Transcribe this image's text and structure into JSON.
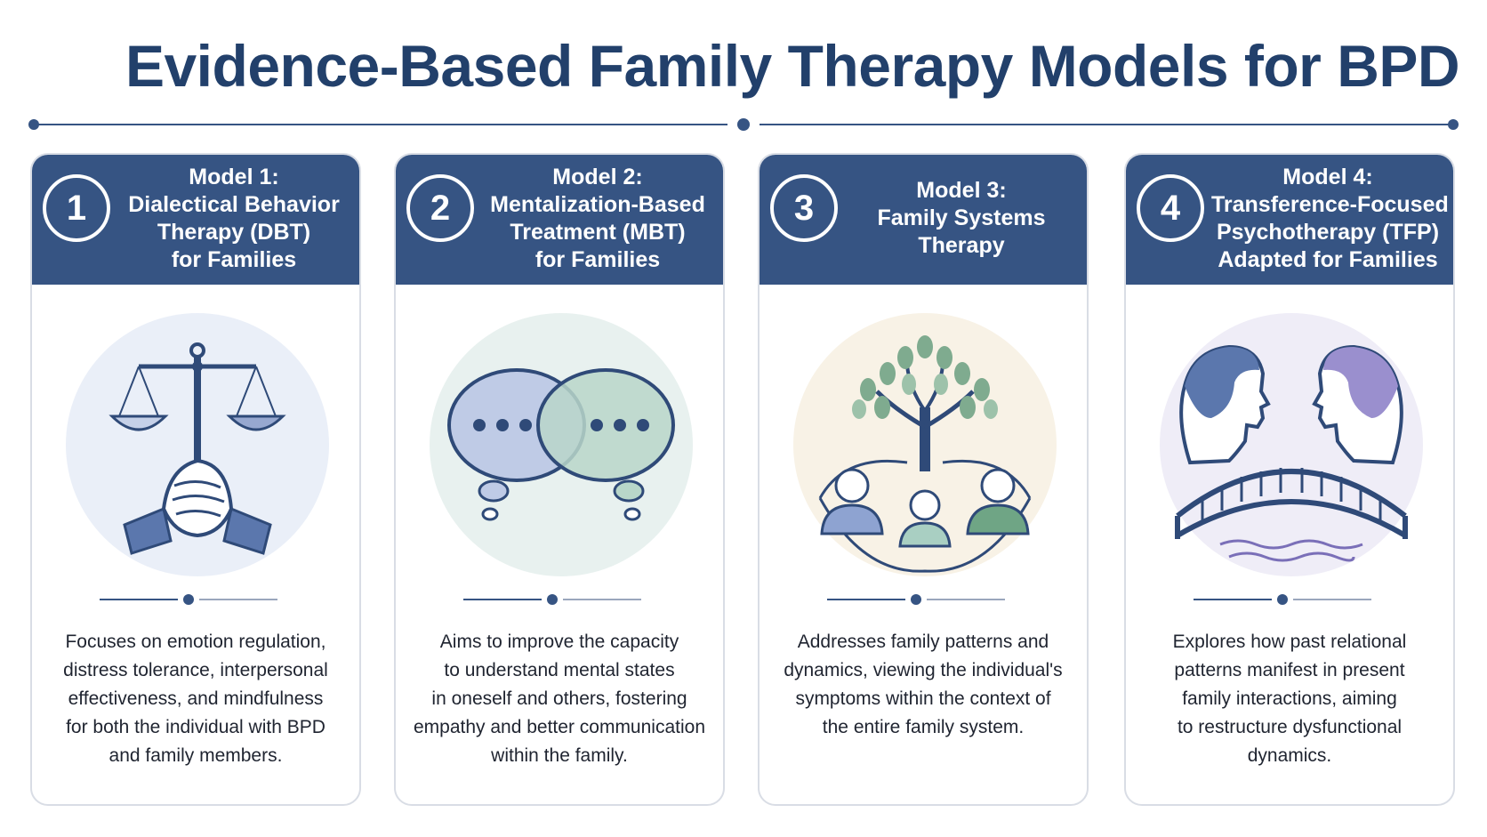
{
  "title": "Evidence-Based Family Therapy Models for BPD",
  "colors": {
    "header": "#365483",
    "title": "#22406b",
    "accent_blue": "#5a7bb5",
    "accent_green": "#76a88e",
    "accent_purple": "#9a8fce"
  },
  "models": [
    {
      "number": "1",
      "header_lines": [
        "Model 1:",
        "Dialectical Behavior",
        "Therapy (DBT)",
        "for Families"
      ],
      "icon": "scales-handshake-icon",
      "description_lines": [
        "Focuses on emotion regulation,",
        "distress tolerance, interpersonal",
        "effectiveness, and mindfulness",
        "for both the individual with BPD",
        "and family members."
      ]
    },
    {
      "number": "2",
      "header_lines": [
        "Model 2:",
        "Mentalization-Based",
        "Treatment (MBT)",
        "for Families"
      ],
      "icon": "speech-bubbles-icon",
      "description_lines": [
        "Aims to improve the capacity",
        "to understand mental states",
        "in oneself and others, fostering",
        "empathy and better communication",
        "within the family."
      ]
    },
    {
      "number": "3",
      "header_lines": [
        "Model 3:",
        "Family Systems",
        "Therapy"
      ],
      "icon": "family-tree-icon",
      "description_lines": [
        "Addresses family patterns and",
        "dynamics, viewing the individual's",
        "symptoms within the context of",
        "the entire family system."
      ]
    },
    {
      "number": "4",
      "header_lines": [
        "Model 4:",
        "Transference-Focused",
        "Psychotherapy (TFP)",
        "Adapted for Families"
      ],
      "icon": "bridge-faces-icon",
      "description_lines": [
        "Explores how past relational",
        "patterns manifest in present",
        "family interactions, aiming",
        "to restructure dysfunctional",
        "dynamics."
      ]
    }
  ]
}
